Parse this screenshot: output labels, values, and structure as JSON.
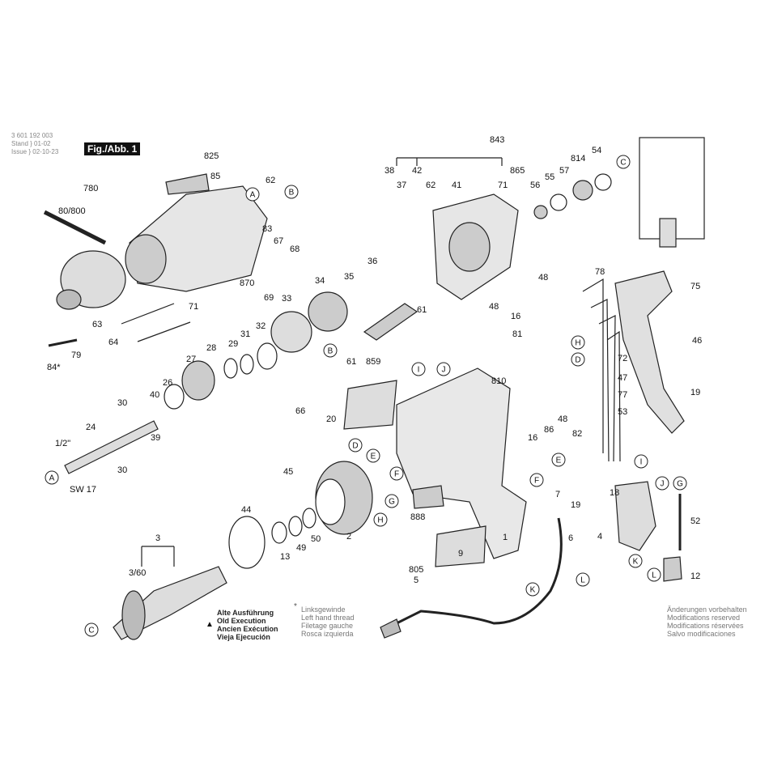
{
  "header": {
    "part_number": "3 601 192 003",
    "stand_label": "Stand",
    "issue_label": "Issue",
    "stand_date": "01-02",
    "issue_date": "02-10-23",
    "figure_label": "Fig./Abb. 1"
  },
  "legend_execution": [
    "Alte Ausführung",
    "Old Execution",
    "Ancien Exécution",
    "Vieja Ejecución"
  ],
  "legend_thread": [
    "Linksgewinde",
    "Left hand thread",
    "Filetage gauche",
    "Rosca izquierda"
  ],
  "legend_modifications": [
    "Änderungen vorbehalten",
    "Modifications reserved",
    "Modifications réservées",
    "Salvo modificaciones"
  ],
  "symbols": {
    "old_execution": "▲",
    "left_thread": "*"
  },
  "part_labels": [
    "825",
    "85",
    "62",
    "83",
    "67",
    "68",
    "780",
    "80/800",
    "870",
    "69",
    "71",
    "63",
    "64",
    "79",
    "84*",
    "33",
    "34",
    "35",
    "36",
    "32",
    "31",
    "29",
    "28",
    "27",
    "26",
    "40",
    "66",
    "30",
    "39",
    "24",
    "1/2\"",
    "SW 17",
    "30",
    "843",
    "38",
    "37",
    "42",
    "62",
    "41",
    "71",
    "865",
    "56",
    "55",
    "57",
    "814",
    "54",
    "61",
    "61",
    "859",
    "48",
    "81",
    "810",
    "20",
    "78",
    "48",
    "16",
    "72",
    "75",
    "46",
    "47",
    "77",
    "53",
    "48",
    "86",
    "16",
    "82",
    "19",
    "45",
    "2",
    "44",
    "13",
    "49",
    "50",
    "888",
    "9",
    "1",
    "7",
    "18",
    "19",
    "4",
    "6",
    "52",
    "12",
    "3",
    "3/60",
    "805",
    "5"
  ],
  "callouts": [
    "A",
    "B",
    "C",
    "A",
    "B",
    "I",
    "J",
    "D",
    "E",
    "F",
    "G",
    "H",
    "H",
    "D",
    "E",
    "F",
    "I",
    "J",
    "G",
    "K",
    "L",
    "K",
    "L",
    "C"
  ]
}
